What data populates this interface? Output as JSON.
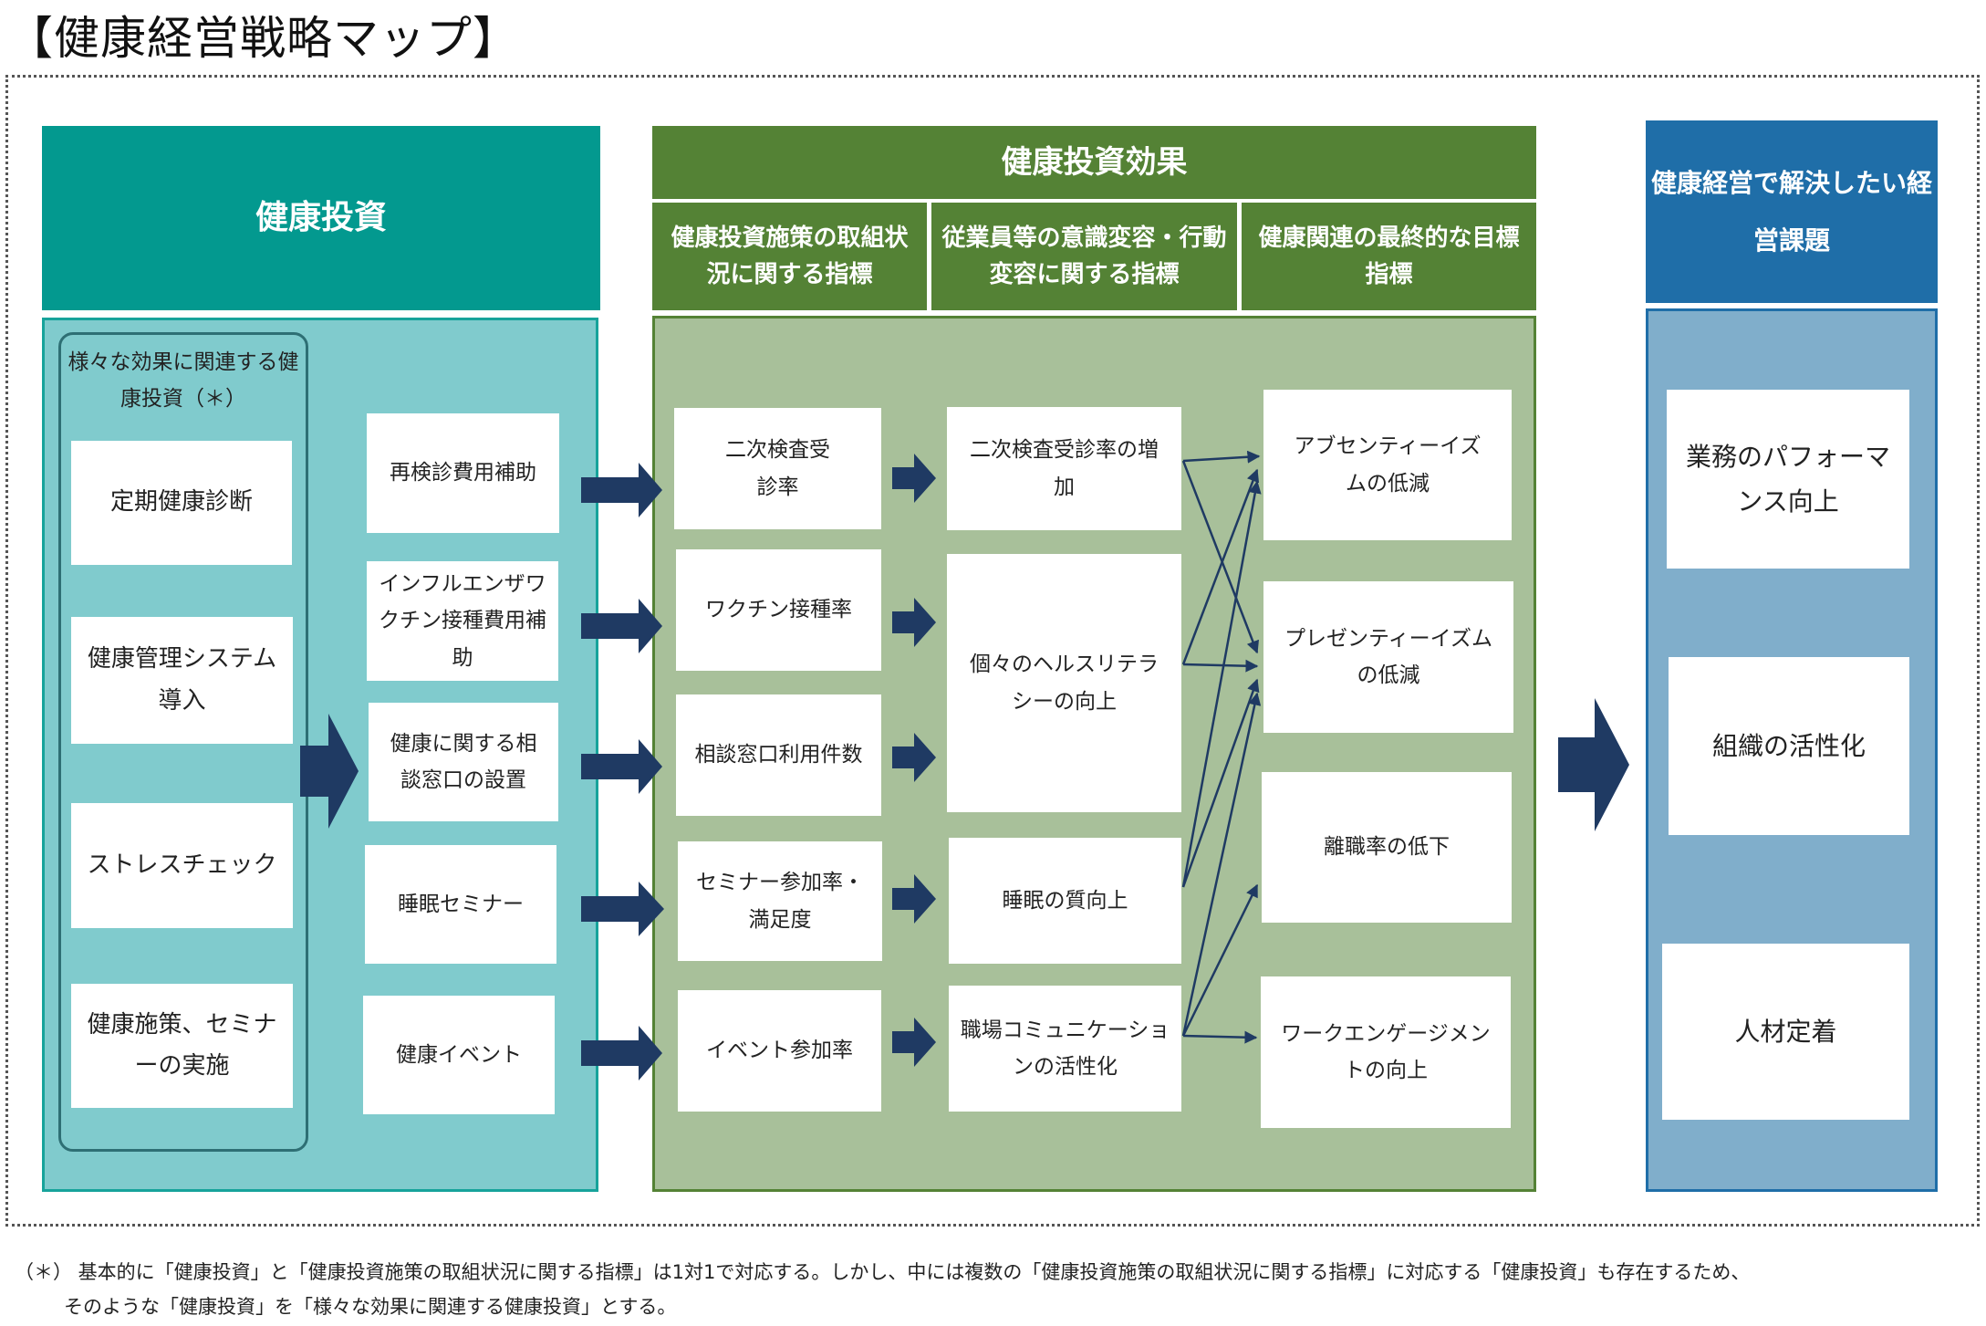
{
  "title": "【健康経営戦略マップ】",
  "investment": {
    "header": "健康投資",
    "group_label": "様々な効果に関連する健康投資（＊）",
    "group_items": [
      "定期健康診断",
      "健康管理システム導入",
      "ストレスチェック",
      "健康施策、セミナーの実施"
    ],
    "items": [
      "再検診費用補助",
      "インフルエンザワクチン接種費用補助",
      "健康に関する相談窓口の設置",
      "睡眠セミナー",
      "健康イベント"
    ]
  },
  "effects": {
    "header": "健康投資効果",
    "sub_headers": [
      "健康投資施策の取組状況に関する指標",
      "従業員等の意識変容・行動変容に関する指標",
      "健康関連の最終的な目標指標"
    ],
    "initiative_indicators": [
      "二次検査受診率",
      "ワクチン接種率",
      "相談窓口利用件数",
      "セミナー参加率・満足度",
      "イベント参加率"
    ],
    "behavior_indicators": [
      "二次検査受診率の増加",
      "個々のヘルスリテラシーの向上",
      "睡眠の質向上",
      "職場コミュニケーションの活性化"
    ],
    "final_indicators": [
      "アブセンティーイズムの低減",
      "プレゼンティーイズムの低減",
      "離職率の低下",
      "ワークエンゲージメントの向上"
    ]
  },
  "issues": {
    "header": "健康経営で解決したい経営課題",
    "items": [
      "業務のパフォーマンス向上",
      "組織の活性化",
      "人材定着"
    ]
  },
  "footnote": [
    "（＊） 基本的に「健康投資」と「健康投資施策の取組状況に関する指標」は1対1で対応する。しかし、中には複数の「健康投資施策の取組状況に関する指標」に対応する「健康投資」も存在するため、",
    "そのような「健康投資」を「様々な効果に関連する健康投資」とする。"
  ],
  "colors": {
    "teal": "#03998f",
    "green": "#548235",
    "blue": "#1f6ea8",
    "arrow": "#1f3a63"
  }
}
